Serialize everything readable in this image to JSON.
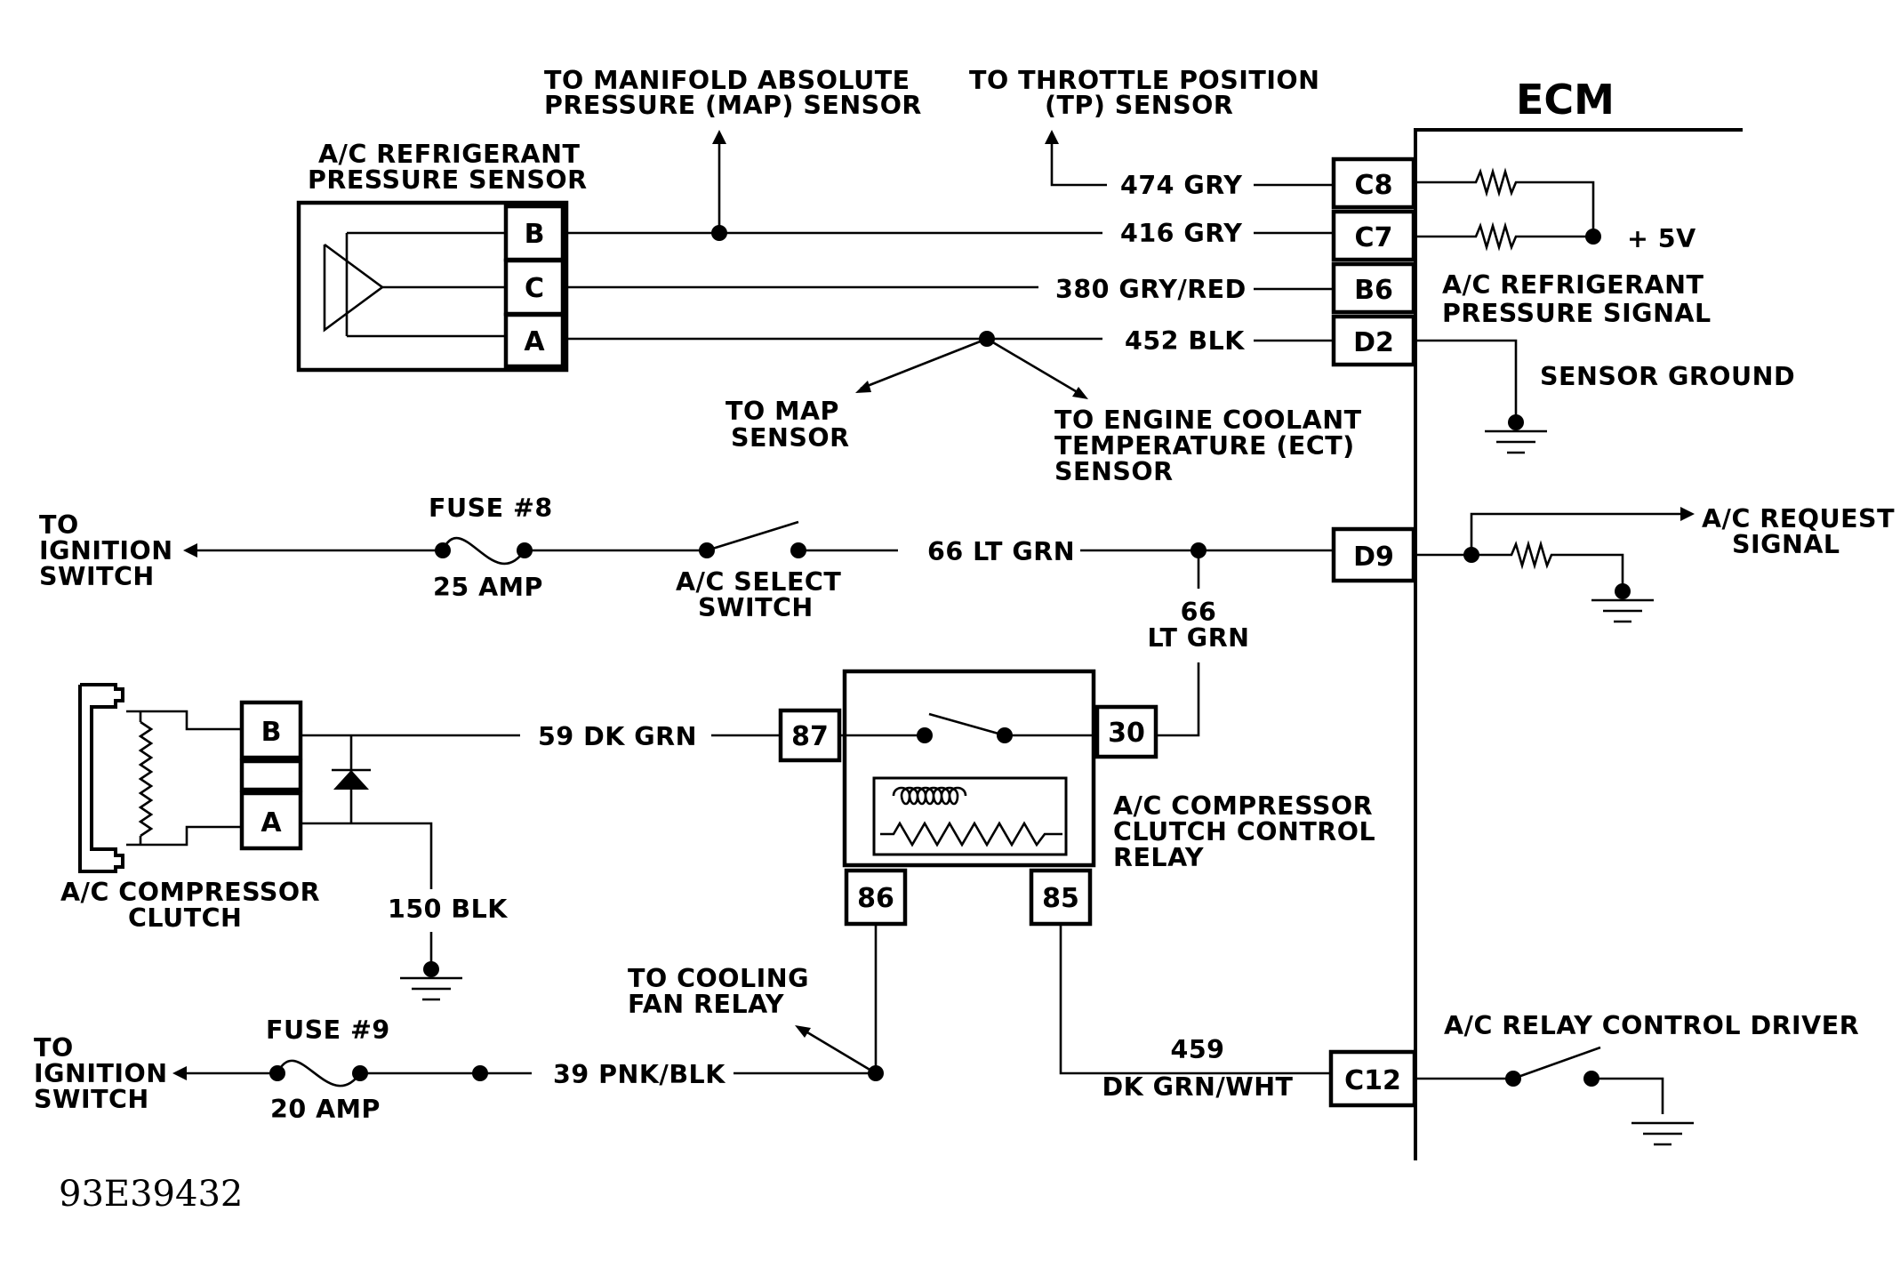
{
  "ecm": {
    "title": "ECM"
  },
  "ecm_pins": {
    "c8": "C8",
    "c7": "C7",
    "b6": "B6",
    "d2": "D2",
    "d9": "D9",
    "c12": "C12"
  },
  "ecm_labels": {
    "plus5v": "+ 5V",
    "ac_ref_signal": [
      "A/C REFRIGERANT",
      "PRESSURE SIGNAL"
    ],
    "sensor_ground": "SENSOR GROUND",
    "ac_request": [
      "A/C REQUEST",
      "SIGNAL"
    ],
    "ac_relay_driver": "A/C RELAY CONTROL DRIVER"
  },
  "ac_pressure_sensor": {
    "title": [
      "A/C REFRIGERANT",
      "PRESSURE SENSOR"
    ],
    "pins": {
      "b": "B",
      "c": "C",
      "a": "A"
    }
  },
  "destinations": {
    "map_abs": [
      "TO MANIFOLD ABSOLUTE",
      "PRESSURE (MAP) SENSOR"
    ],
    "tp": [
      "TO THROTTLE POSITION",
      "(TP) SENSOR"
    ],
    "map_sensor": [
      "TO MAP",
      "SENSOR"
    ],
    "ect": [
      "TO ENGINE COOLANT",
      "TEMPERATURE (ECT)",
      "SENSOR"
    ],
    "ign1": [
      "TO",
      "IGNITION",
      "SWITCH"
    ],
    "ign2": [
      "TO",
      "IGNITION",
      "SWITCH"
    ],
    "cooling_fan": [
      "TO COOLING",
      "FAN RELAY"
    ]
  },
  "wires": {
    "w474": "474 GRY",
    "w416": "416 GRY",
    "w380": "380 GRY/RED",
    "w452": "452 BLK",
    "w66": "66 LT GRN",
    "w66_branch": [
      "66",
      "LT GRN"
    ],
    "w59": "59 DK GRN",
    "w150": "150 BLK",
    "w39": "39 PNK/BLK",
    "w459": [
      "459",
      "DK GRN/WHT"
    ]
  },
  "fuse8": {
    "name": "FUSE #8",
    "rating": "25 AMP"
  },
  "fuse9": {
    "name": "FUSE #9",
    "rating": "20 AMP"
  },
  "select_switch": [
    "A/C SELECT",
    "SWITCH"
  ],
  "relay": {
    "title": [
      "A/C COMPRESSOR",
      "CLUTCH CONTROL",
      "RELAY"
    ],
    "pins": {
      "p87": "87",
      "p30": "30",
      "p86": "86",
      "p85": "85"
    }
  },
  "clutch": {
    "title": [
      "A/C COMPRESSOR",
      "CLUTCH"
    ],
    "pins": {
      "b": "B",
      "a": "A"
    }
  },
  "figure_code": "93E39432"
}
